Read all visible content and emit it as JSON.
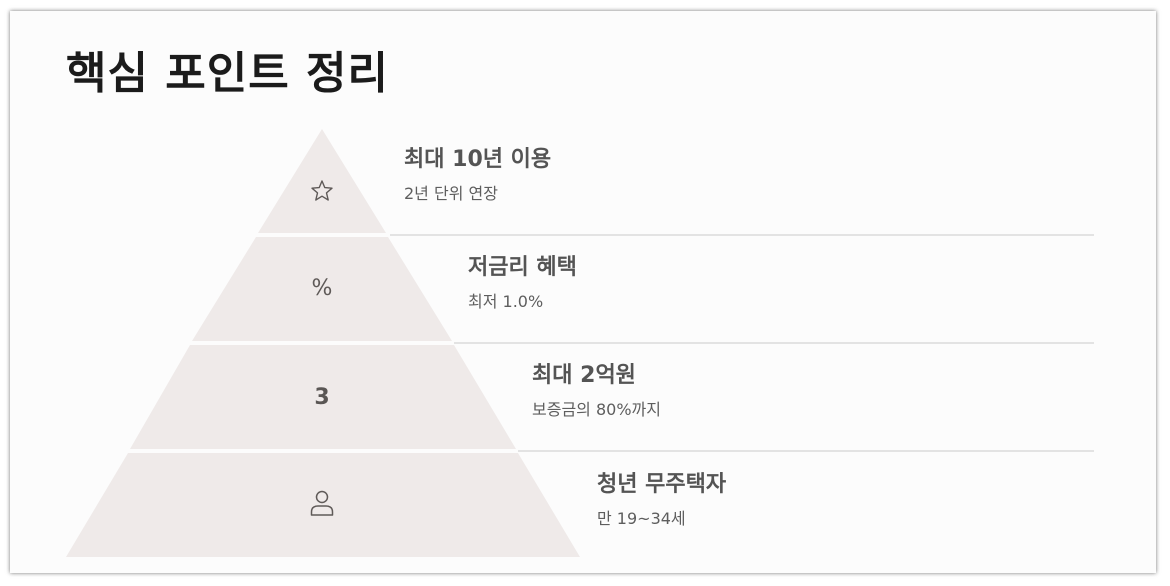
{
  "page": {
    "title": "핵심 포인트 정리"
  },
  "pyramid": {
    "fill_color": "#efeae9",
    "tiers": [
      {
        "icon": "star-icon",
        "title": "최대 10년 이용",
        "subtitle": "2년 단위 연장"
      },
      {
        "icon": "percent-icon",
        "glyph": "%",
        "title": "저금리 혜택",
        "subtitle": "최저 1.0%"
      },
      {
        "icon": "number-3-icon",
        "glyph": "3",
        "title": "최대 2억원",
        "subtitle": "보증금의 80%까지"
      },
      {
        "icon": "user-icon",
        "title": "청년 무주택자",
        "subtitle": "만 19~34세"
      }
    ]
  }
}
